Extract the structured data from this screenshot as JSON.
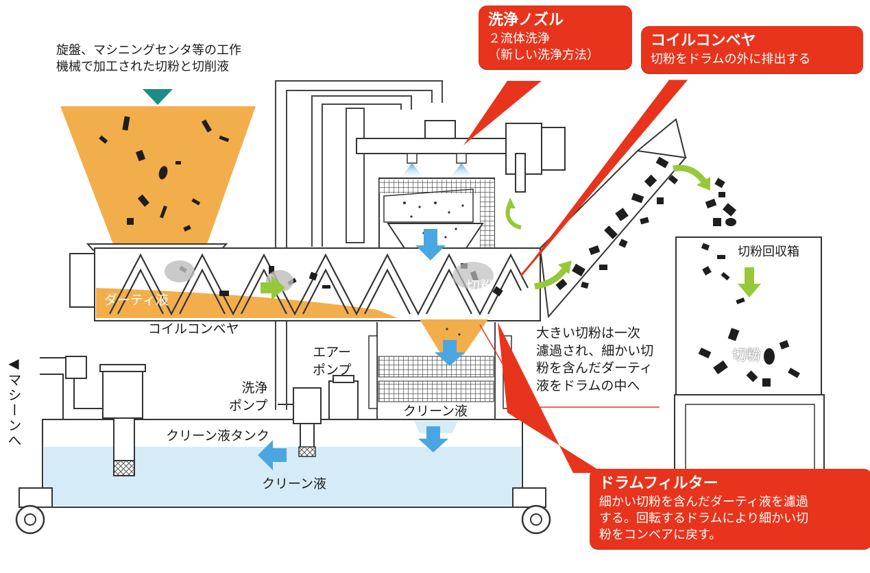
{
  "source_note_lines": [
    "旋盤、マシニングセンタ等の工作",
    "機械で加工された切粉と切削液"
  ],
  "callouts": {
    "nozzle": {
      "title": "洗浄ノズル",
      "lines": [
        "２流体洗浄",
        "（新しい洗浄方法）"
      ]
    },
    "coil_conveyor": {
      "title": "コイルコンベヤ",
      "lines": [
        "切粉をドラムの外に排出する"
      ]
    },
    "drum_filter": {
      "title": "ドラムフィルター",
      "lines": [
        "細かい切粉を含んだダーティ液を濾過",
        "する。回転するドラムにより細かい切",
        "粉をコンベアに戻す。"
      ]
    }
  },
  "labels": {
    "dirty_liquid": "ダーティ液",
    "coil_conveyor": "コイルコンベヤ",
    "chips_in_conveyor": "切粉",
    "air_pump": [
      "エアー",
      "ポンプ"
    ],
    "wash_pump": [
      "洗浄",
      "ポンプ"
    ],
    "clean_tank": "クリーン液タンク",
    "clean_liquid_upper": "クリーン液",
    "clean_liquid_lower": "クリーン液",
    "recovery_box": "切粉回収箱",
    "chips_in_box": "切粉",
    "to_machine": "◀マシーンへ",
    "large_chips_note": [
      "大きい切粉は一次",
      "濾過され、細かい切",
      "粉を含んだダーティ",
      "液をドラムの中へ"
    ]
  },
  "colors": {
    "callout_red": "#e8341c",
    "dirty_orange": "#f3ae4c",
    "clean_blue": "#d5ecf8",
    "arrow_blue": "#4aa6e0",
    "arrow_green": "#96c83a",
    "teal_marker": "#1d8c84",
    "chip_black": "#1e1e1e"
  }
}
